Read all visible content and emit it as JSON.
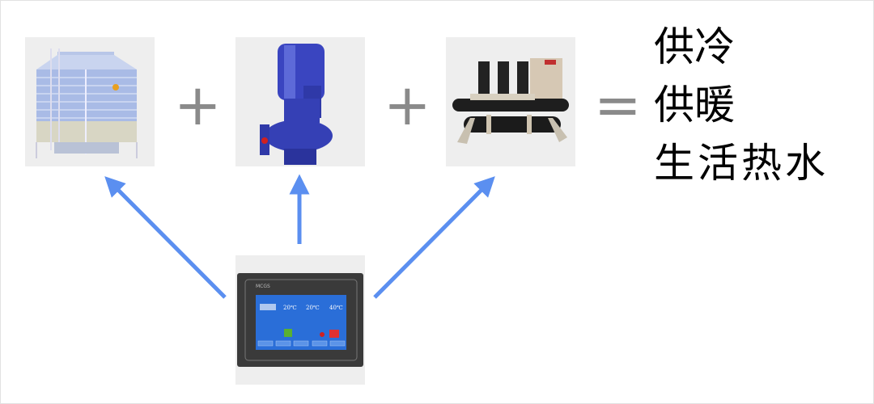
{
  "components": [
    {
      "name": "cooling-tower"
    },
    {
      "name": "water-pump"
    },
    {
      "name": "water-chiller"
    }
  ],
  "operators": {
    "plus": "+",
    "equals": "="
  },
  "results": [
    "供冷",
    "供暖",
    "生活热水"
  ],
  "controller": {
    "brand": "MCGS",
    "temps": [
      "20℃",
      "20℃",
      "40℃"
    ]
  },
  "colors": {
    "arrow": "#5b8ff0",
    "operator": "#8a8a8a",
    "tile": "#eeeeee"
  }
}
